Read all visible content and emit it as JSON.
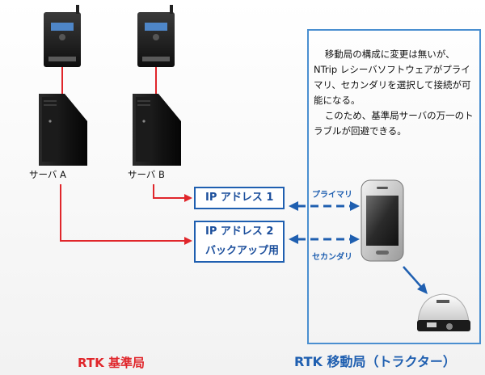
{
  "note": {
    "line1": "移動局の構成に変更は無いが、NTrip レシーバソフトウェアがプライマリ、セカンダリを選択して接続が可能になる。",
    "line2": "このため、基準局サーバの万一のトラブルが回避できる。"
  },
  "servers": {
    "a_label": "サーバ A",
    "b_label": "サーバ B"
  },
  "ip": {
    "primary": "IP アドレス 1",
    "secondary_line1": "IP アドレス 2",
    "secondary_line2": "バックアップ用"
  },
  "links": {
    "primary": "プライマリ",
    "secondary": "セカンダリ"
  },
  "footer": {
    "base": "RTK 基準局",
    "rover": "RTK 移動局（トラクター）"
  },
  "colors": {
    "red": "#e0262b",
    "blue": "#1f5fb0",
    "border": "#4a8fd0"
  }
}
